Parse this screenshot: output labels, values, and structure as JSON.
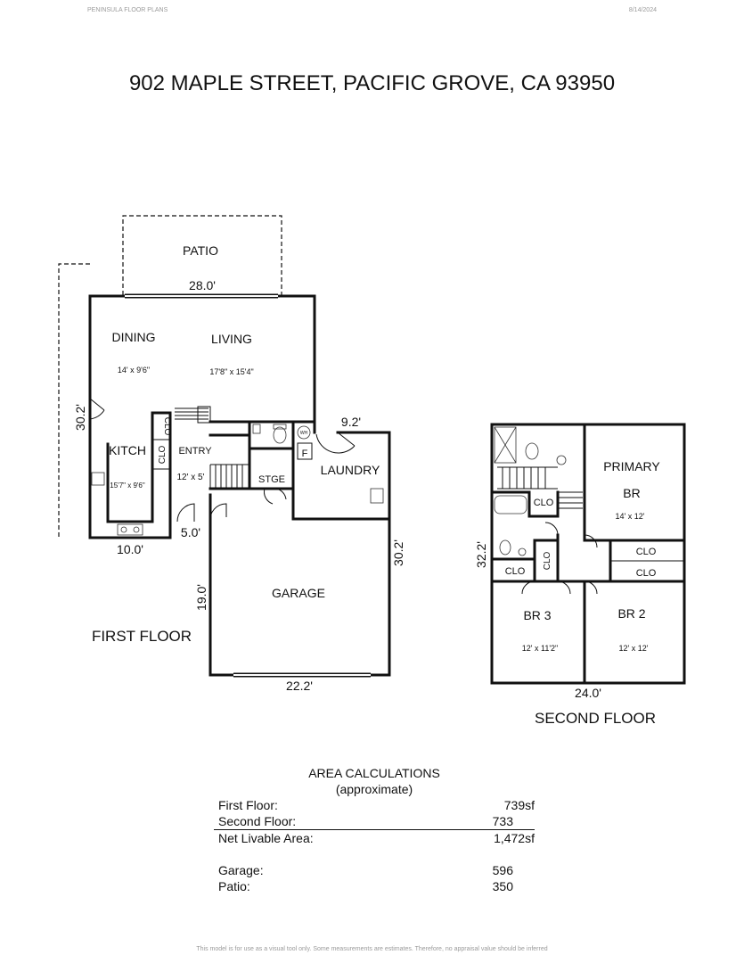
{
  "header": {
    "company": "PENINSULA FLOOR PLANS",
    "date": "8/14/2024"
  },
  "address": "902 MAPLE STREET, PACIFIC GROVE, CA  93950",
  "first_floor": {
    "title": "FIRST FLOOR",
    "rooms": {
      "patio": "PATIO",
      "dining": "DINING",
      "dining_size": "14' x 9'6\"",
      "living": "LIVING",
      "living_size": "17'8\" x 15'4\"",
      "kitch": "KITCH",
      "kitch_size": "15'7\" x 9'6\"",
      "entry": "ENTRY",
      "entry_size": "12' x 5'",
      "clo_a": "CLO",
      "clo_b": "CLO",
      "stge": "STGE",
      "laundry": "LAUNDRY",
      "furnace": "F",
      "water_heater": "WH",
      "garage": "GARAGE"
    },
    "dims": {
      "top": "28.0'",
      "left": "30.2'",
      "bottom_left": "10.0'",
      "entry_step": "5.0'",
      "laundry": "9.2'",
      "garage_right": "30.2'",
      "garage_left": "19.0'",
      "garage_bottom": "22.2'"
    }
  },
  "second_floor": {
    "title": "SECOND FLOOR",
    "rooms": {
      "primary": "PRIMARY",
      "primary_br": "BR",
      "primary_size": "14' x 12'",
      "clo_hall": "CLO",
      "clo_primary_1": "CLO",
      "clo_primary_2": "CLO",
      "clo_bath": "CLO",
      "clo_vertical": "CLO",
      "br3": "BR 3",
      "br3_size": "12' x 11'2\"",
      "br2": "BR 2",
      "br2_size": "12' x 12'"
    },
    "dims": {
      "left": "32.2'",
      "bottom": "24.0'"
    }
  },
  "area_calculations": {
    "title": "AREA CALCULATIONS",
    "subtitle": "(approximate)",
    "first_floor_label": "First  Floor:",
    "first_floor_value": "739sf",
    "second_floor_label": "Second Floor:",
    "second_floor_value": "733",
    "net_label": "Net Livable Area:",
    "net_value": "1,472sf",
    "garage_label": "Garage:",
    "garage_value": "596",
    "patio_label": "Patio:",
    "patio_value": "350"
  },
  "footer": "This model is for use as a visual tool only. Some measurements are estimates. Therefore, no appraisal value should be inferred"
}
